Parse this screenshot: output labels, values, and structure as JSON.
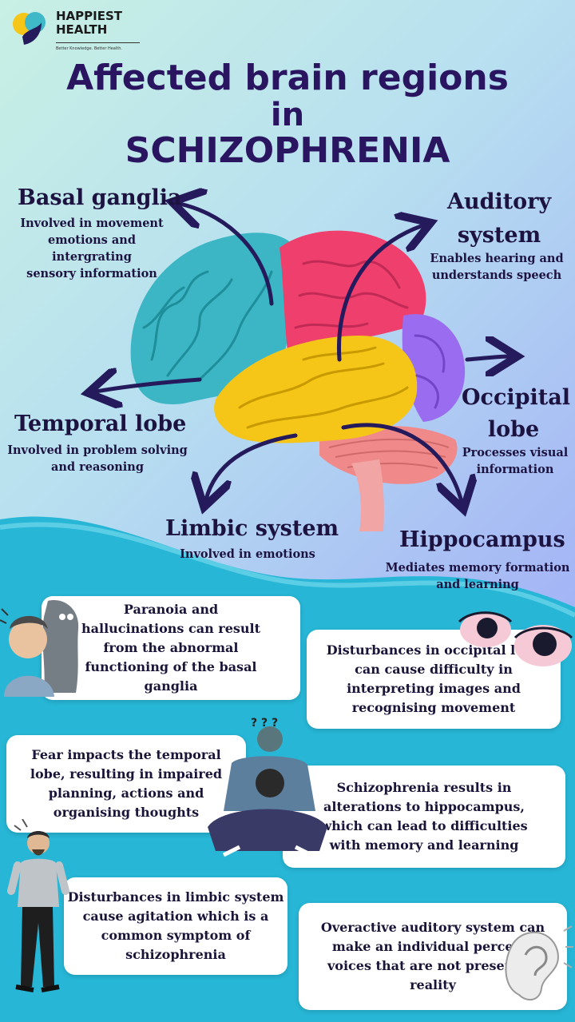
{
  "brand": {
    "name_line1": "HAPPIEST",
    "name_line2": "HEALTH",
    "tagline": "Better Knowledge. Better Health.",
    "colors": {
      "teal": "#3fb8c8",
      "yellow": "#f5c518",
      "navy": "#241a5c"
    }
  },
  "title": {
    "line1": "Affected brain regions",
    "line2": "in",
    "line3": "SCHIZOPHRENIA"
  },
  "regions": {
    "basal_ganglia": {
      "name": "Basal ganglia",
      "desc": [
        "Involved in movement",
        "emotions and intergrating",
        "sensory information"
      ],
      "color": "#3cb6c4"
    },
    "auditory": {
      "name": [
        "Auditory",
        "system"
      ],
      "desc": [
        "Enables hearing and",
        "understands speech"
      ],
      "color": "#ef3f6c"
    },
    "occipital": {
      "name": [
        "Occipital",
        "lobe"
      ],
      "desc": [
        "Processes visual",
        "information"
      ],
      "color": "#9a6cf0"
    },
    "temporal": {
      "name": "Temporal lobe",
      "desc": [
        "Involved in problem solving",
        "and reasoning"
      ],
      "color": "#f5c518"
    },
    "limbic": {
      "name": "Limbic system",
      "desc": [
        "Involved in emotions"
      ],
      "color": "#f08a8a"
    },
    "hippocampus": {
      "name": "Hippocampus",
      "desc": [
        "Mediates memory formation",
        "and learning"
      ],
      "color": "#f2a5a5"
    }
  },
  "cards": [
    {
      "id": "basal",
      "lines": [
        "Paranoia and",
        "hallucinations can result",
        "from the abnormal",
        "functioning  of the basal",
        "ganglia"
      ]
    },
    {
      "id": "occipital",
      "lines": [
        "Disturbances in occipital lobe",
        "can cause difficulty in",
        "interpreting images and",
        "recognising movement"
      ]
    },
    {
      "id": "temporal",
      "lines": [
        "Fear impacts the temporal",
        "lobe, resulting in impaired",
        "planning, actions and",
        "organising thoughts"
      ]
    },
    {
      "id": "hippocampus",
      "lines": [
        "Schizophrenia results in",
        "alterations to hippocampus,",
        "which can lead to difficulties",
        "with memory and learning"
      ]
    },
    {
      "id": "limbic",
      "lines": [
        "Disturbances in limbic system",
        "cause agitation which is a",
        "common symptom  of",
        "schizophrenia"
      ]
    },
    {
      "id": "auditory",
      "lines": [
        "Overactive auditory system can",
        "make an individual perceive",
        "voices that are not present in",
        "reality"
      ]
    }
  ],
  "icons": {
    "question_marks": "? ? ?"
  }
}
